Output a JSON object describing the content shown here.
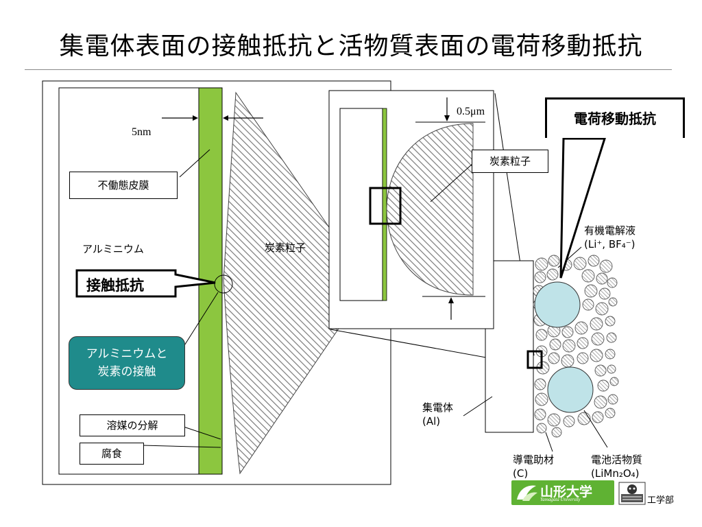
{
  "title": "集電体表面の接触抵抗と活物質表面の電荷移動抵抗",
  "left_diagram": {
    "thickness": "5nm",
    "passive_film": "不働態皮膜",
    "aluminum": "アルミニウム",
    "carbon_particle": "炭素粒子",
    "contact_resistance": "接触抵抗",
    "al_c_contact_line1": "アルミニウムと",
    "al_c_contact_line2": "炭素の接触",
    "solvent_decomposition": "溶媒の分解",
    "corrosion": "腐食"
  },
  "inset": {
    "size": "0.5μm",
    "carbon_particle": "炭素粒子"
  },
  "right_diagram": {
    "charge_transfer_resistance": "電荷移動抵抗",
    "electrolyte_line1": "有機電解液",
    "electrolyte_line2": "(Li⁺, BF₄⁻)",
    "collector_line1": "集電体",
    "collector_line2": "(Al)",
    "conductive_aid_line1": "導電助材",
    "conductive_aid_line2": "(C)",
    "active_material_line1": "電池活物質",
    "active_material_line2": "(LiMn₂O₄)"
  },
  "footer": {
    "university": "山形大学",
    "university_en": "Yamagata University",
    "faculty": "工学部"
  },
  "colors": {
    "film": "#8cc63f",
    "teal": "#1f8b8b",
    "active_particle": "#bfe3e8",
    "logo": "#5fb233"
  }
}
